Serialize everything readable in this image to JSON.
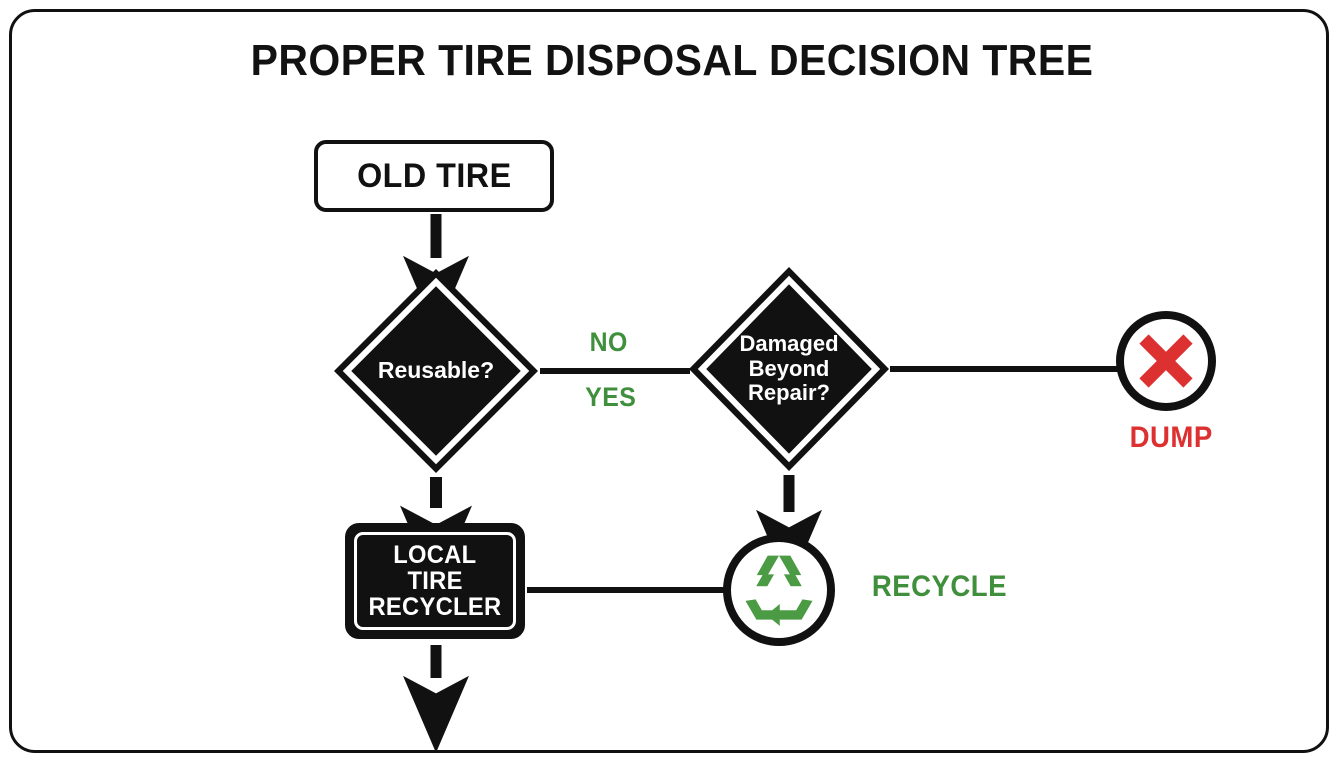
{
  "page": {
    "title": "PROPER TIRE DISPOSAL DECISION TREE",
    "background_color": "#ffffff",
    "frame_color": "#111111"
  },
  "colors": {
    "black": "#111111",
    "white": "#ffffff",
    "green": "#3f8f3c",
    "red": "#dd3030"
  },
  "chart_data": {
    "type": "diagram",
    "title": "PROPER TIRE DISPOSAL DECISION TREE",
    "nodes": [
      {
        "id": "old-tire",
        "label": "OLD TIRE",
        "shape": "rounded-rect",
        "style": "white-fill-black-border"
      },
      {
        "id": "reusable",
        "label": "Reusable?",
        "shape": "diamond",
        "style": "black-fill-white-inner-border"
      },
      {
        "id": "damaged",
        "label": "Damaged Beyond Repair?",
        "shape": "diamond",
        "style": "black-fill-white-inner-border"
      },
      {
        "id": "local-recycler",
        "label": "LOCAL TIRE RECYCLER",
        "shape": "rounded-rect",
        "style": "black-fill-white-inner-border"
      },
      {
        "id": "dump",
        "label": "DUMP",
        "shape": "circle-x",
        "style": "black-circle-red-x"
      },
      {
        "id": "recycle",
        "label": "RECYCLE",
        "shape": "circle-recycle",
        "style": "black-circle-green-symbol"
      }
    ],
    "edges": [
      {
        "from": "old-tire",
        "to": "reusable",
        "label": "",
        "kind": "arrow-down"
      },
      {
        "from": "reusable",
        "to": "damaged",
        "label": "NO",
        "kind": "line-right"
      },
      {
        "from": "reusable",
        "to": "local-recycler",
        "label": "YES",
        "kind": "arrow-down"
      },
      {
        "from": "damaged",
        "to": "dump",
        "label": "",
        "kind": "line-right"
      },
      {
        "from": "damaged",
        "to": "recycle",
        "label": "",
        "kind": "arrow-down"
      },
      {
        "from": "local-recycler",
        "to": "recycle",
        "label": "",
        "kind": "line-right"
      },
      {
        "from": "local-recycler",
        "to": "",
        "label": "",
        "kind": "arrow-down-open"
      }
    ]
  },
  "nodes": {
    "old_tire": {
      "label": "OLD TIRE"
    },
    "reusable": {
      "label": "Reusable?"
    },
    "damaged": {
      "line1": "Damaged",
      "line2": "Beyond",
      "line3": "Repair?"
    },
    "recycler": {
      "line1": "LOCAL",
      "line2": "TIRE",
      "line3": "RECYCLER"
    },
    "dump": {
      "label": "DUMP",
      "icon": "x-mark-icon"
    },
    "recycle": {
      "label": "RECYCLE",
      "icon": "recycle-icon"
    }
  },
  "edge_labels": {
    "no": "NO",
    "yes": "YES"
  }
}
